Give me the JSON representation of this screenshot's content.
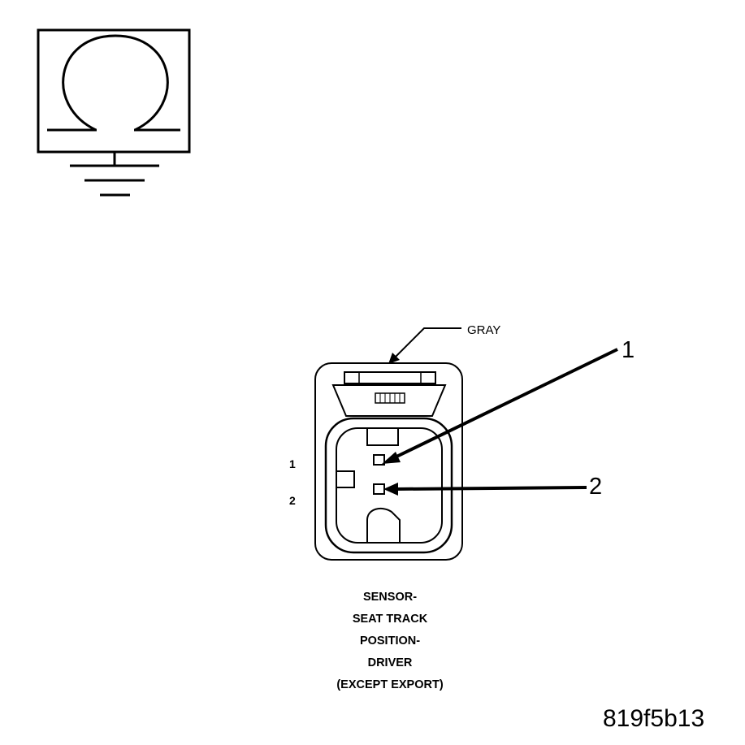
{
  "symbol": {
    "icon": "ohmmeter-ground-icon"
  },
  "connector": {
    "color_label": "GRAY",
    "pin_labels": [
      "1",
      "2"
    ],
    "callouts": [
      "1",
      "2"
    ]
  },
  "caption": [
    "SENSOR-",
    "SEAT TRACK",
    "POSITION-",
    "DRIVER",
    "(EXCEPT EXPORT)"
  ],
  "figure_id": "819f5b13"
}
